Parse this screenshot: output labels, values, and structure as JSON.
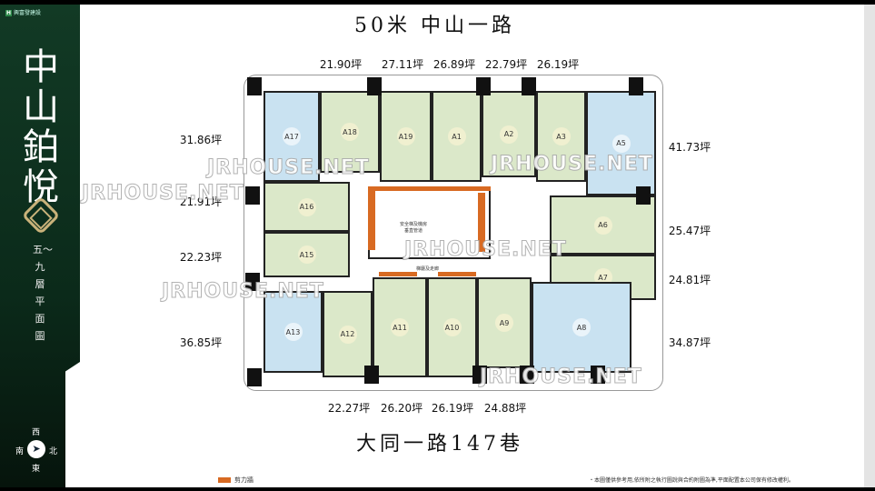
{
  "brand": {
    "logo_text": "興富發建設",
    "title": "中山鉑悅",
    "subtitle": "五〜九層平面圖"
  },
  "compass": {
    "west": "西",
    "south": "南",
    "north": "北",
    "east": "東",
    "arrow": "arrow-icon"
  },
  "roads": {
    "top": "50米 中山一路",
    "bottom": "大同一路147巷"
  },
  "areas": {
    "top": [
      "21.90坪",
      "27.11坪",
      "26.89坪",
      "22.79坪",
      "26.19坪"
    ],
    "left": [
      "31.86坪",
      "21.91坪",
      "22.23坪",
      "36.85坪"
    ],
    "right": [
      "41.73坪",
      "25.47坪",
      "24.81坪",
      "34.87坪"
    ],
    "bottom": [
      "22.27坪",
      "26.20坪",
      "26.19坪",
      "24.88坪"
    ]
  },
  "units": [
    "A17",
    "A18",
    "A19",
    "A1",
    "A2",
    "A3",
    "A5",
    "A16",
    "A15",
    "A6",
    "A7",
    "A13",
    "A12",
    "A11",
    "A10",
    "A9",
    "A8"
  ],
  "core_labels": {
    "refuge": "安全梯及機房\n垂直管道",
    "corridor": "梯廳及走廊"
  },
  "legend": {
    "shear_wall": "剪力牆",
    "color": "#d86a22"
  },
  "colors": {
    "unit_green": "#dbe8c9",
    "unit_blue": "#c9e2f1",
    "sidebar": "#123a25"
  },
  "watermark": "JRHOUSE.NET",
  "disclaimer": "・本圖僅供參考用,依所附之執行圖說與合約附圖為準,平面配置本公司保有修改權利。"
}
